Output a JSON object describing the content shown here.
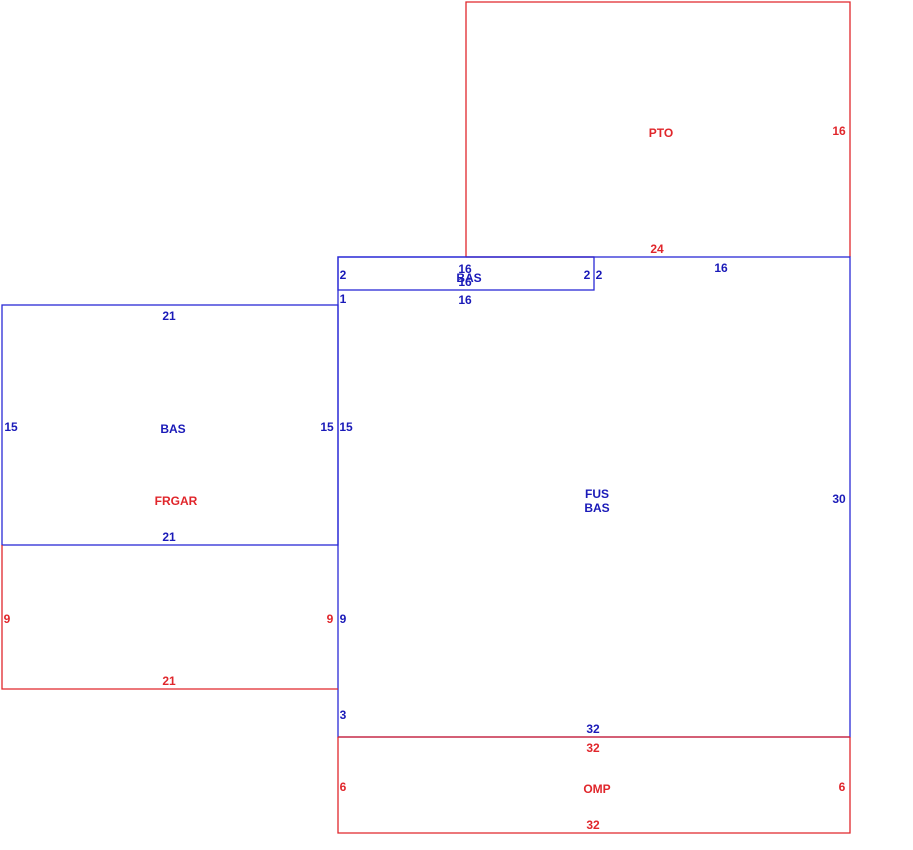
{
  "colors": {
    "primary": "#1a1ab8",
    "secondary": "#e0262b"
  },
  "areas": {
    "pto": "PTO",
    "bas_strip": "BAS",
    "bas_left": "BAS",
    "frgar": "FRGAR",
    "fus": "FUS",
    "bas_main": "BAS",
    "omp": "OMP"
  },
  "dims": {
    "pto_right": "16",
    "pto_bottom": "24",
    "strip_top": "16",
    "strip_inner": "16",
    "strip_bottom": "16",
    "strip_left": "2",
    "strip_right_a": "2",
    "strip_right_b": "2",
    "main_top_right": "16",
    "main_left_top": "1",
    "bas_left_top": "21",
    "bas_left_left": "15",
    "bas_left_right": "15",
    "main_left_mid": "15",
    "bas_left_bottom": "21",
    "main_right": "30",
    "frgar_left": "9",
    "frgar_right": "9",
    "main_left_low": "9",
    "frgar_bottom": "21",
    "main_left_bottom": "3",
    "main_bottom": "32",
    "omp_top": "32",
    "omp_left": "6",
    "omp_right": "6",
    "omp_bottom": "32"
  }
}
